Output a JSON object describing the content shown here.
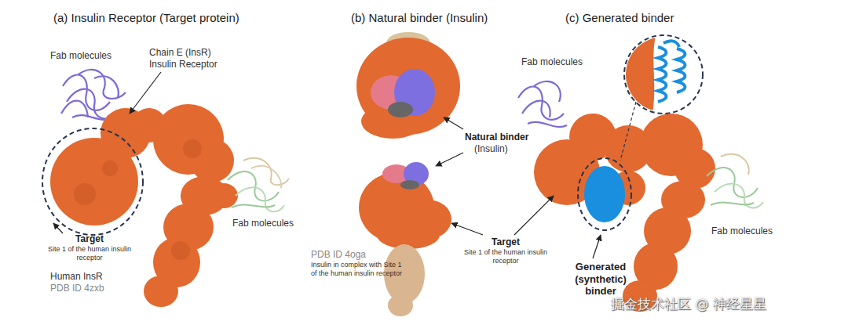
{
  "diagram": {
    "labels": [
      "(a) Insulin Receptor (Target protein)",
      "Fab molecules",
      "Chain E (InsR)",
      "Insulin Receptor",
      "Target",
      "Site 1 of the human insulin receptor",
      "Human InsR",
      "PDB ID 4zxb",
      "Fab molecules",
      "(b) Natural binder (Insulin)",
      "Natural binder",
      "(Insulin)",
      "PDB ID 4oga",
      "Insulin in complex with Site 1 of the human insulin receptor",
      "(c) Generated binder",
      "Fab molecules",
      "Target",
      "Site 1 of the human insulin receptor",
      "Generated (synthetic) binder",
      "Fab molecules",
      "掘金技术社区 @ 神经星星"
    ]
  }
}
